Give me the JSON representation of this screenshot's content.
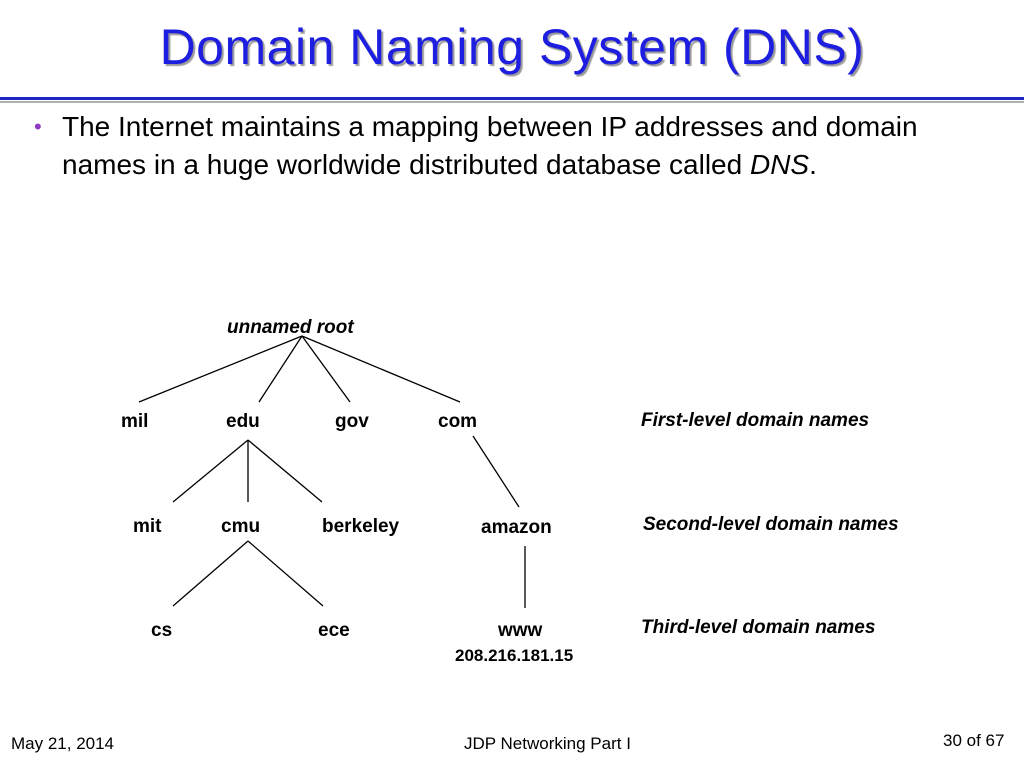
{
  "slide": {
    "title": "Domain Naming System (DNS)",
    "bullet": {
      "text": "The Internet maintains a mapping between IP addresses and domain names in a huge worldwide distributed database called ",
      "emphasis": "DNS",
      "end": "."
    }
  },
  "diagram": {
    "root": "unnamed root",
    "first_level": [
      "mil",
      "edu",
      "gov",
      "com"
    ],
    "second_level": [
      "mit",
      "cmu",
      "berkeley",
      "amazon"
    ],
    "third_level": [
      "cs",
      "ece",
      "www"
    ],
    "ip_address": "208.216.181.15",
    "level_labels": {
      "first": "First-level domain names",
      "second": "Second-level domain names",
      "third": "Third-level domain names"
    }
  },
  "footer": {
    "date": "May 21, 2014",
    "course": "JDP Networking Part I",
    "page": "30 of 67"
  },
  "colors": {
    "title": "#1e1ee0",
    "bullet": "#8f3bc2",
    "rule": "#1e28c8"
  }
}
